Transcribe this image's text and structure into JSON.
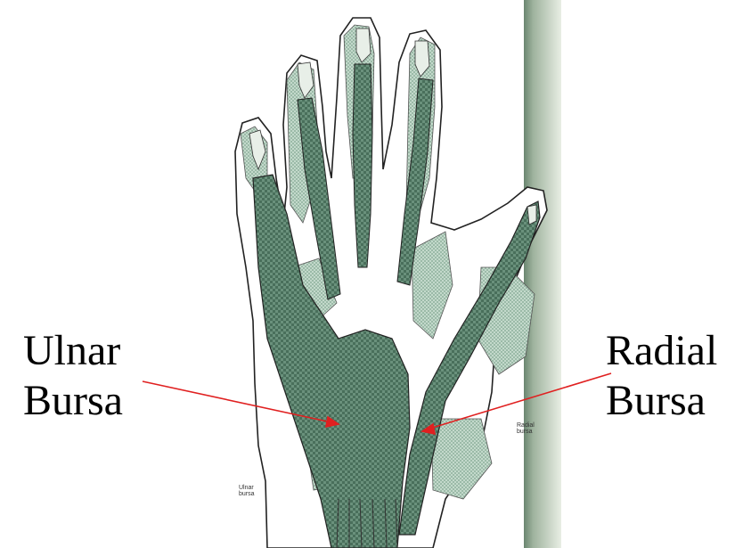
{
  "labels": {
    "ulnar_line1": "Ulnar",
    "ulnar_line2": "Bursa",
    "radial_line1": "Radial",
    "radial_line2": "Bursa",
    "small_ulnar_line1": "Ulnar",
    "small_ulnar_line2": "bursa",
    "small_radial_line1": "Radial",
    "small_radial_line2": "bursa"
  },
  "colors": {
    "bursa_fill": "#5f8a73",
    "bursa_dark": "#3e6552",
    "sheath_light": "#a9c7b5",
    "outline": "#222222",
    "arrow": "#e02020",
    "page_edge_dark": "#5f7a62",
    "page_edge_light": "#dfe8dc"
  }
}
